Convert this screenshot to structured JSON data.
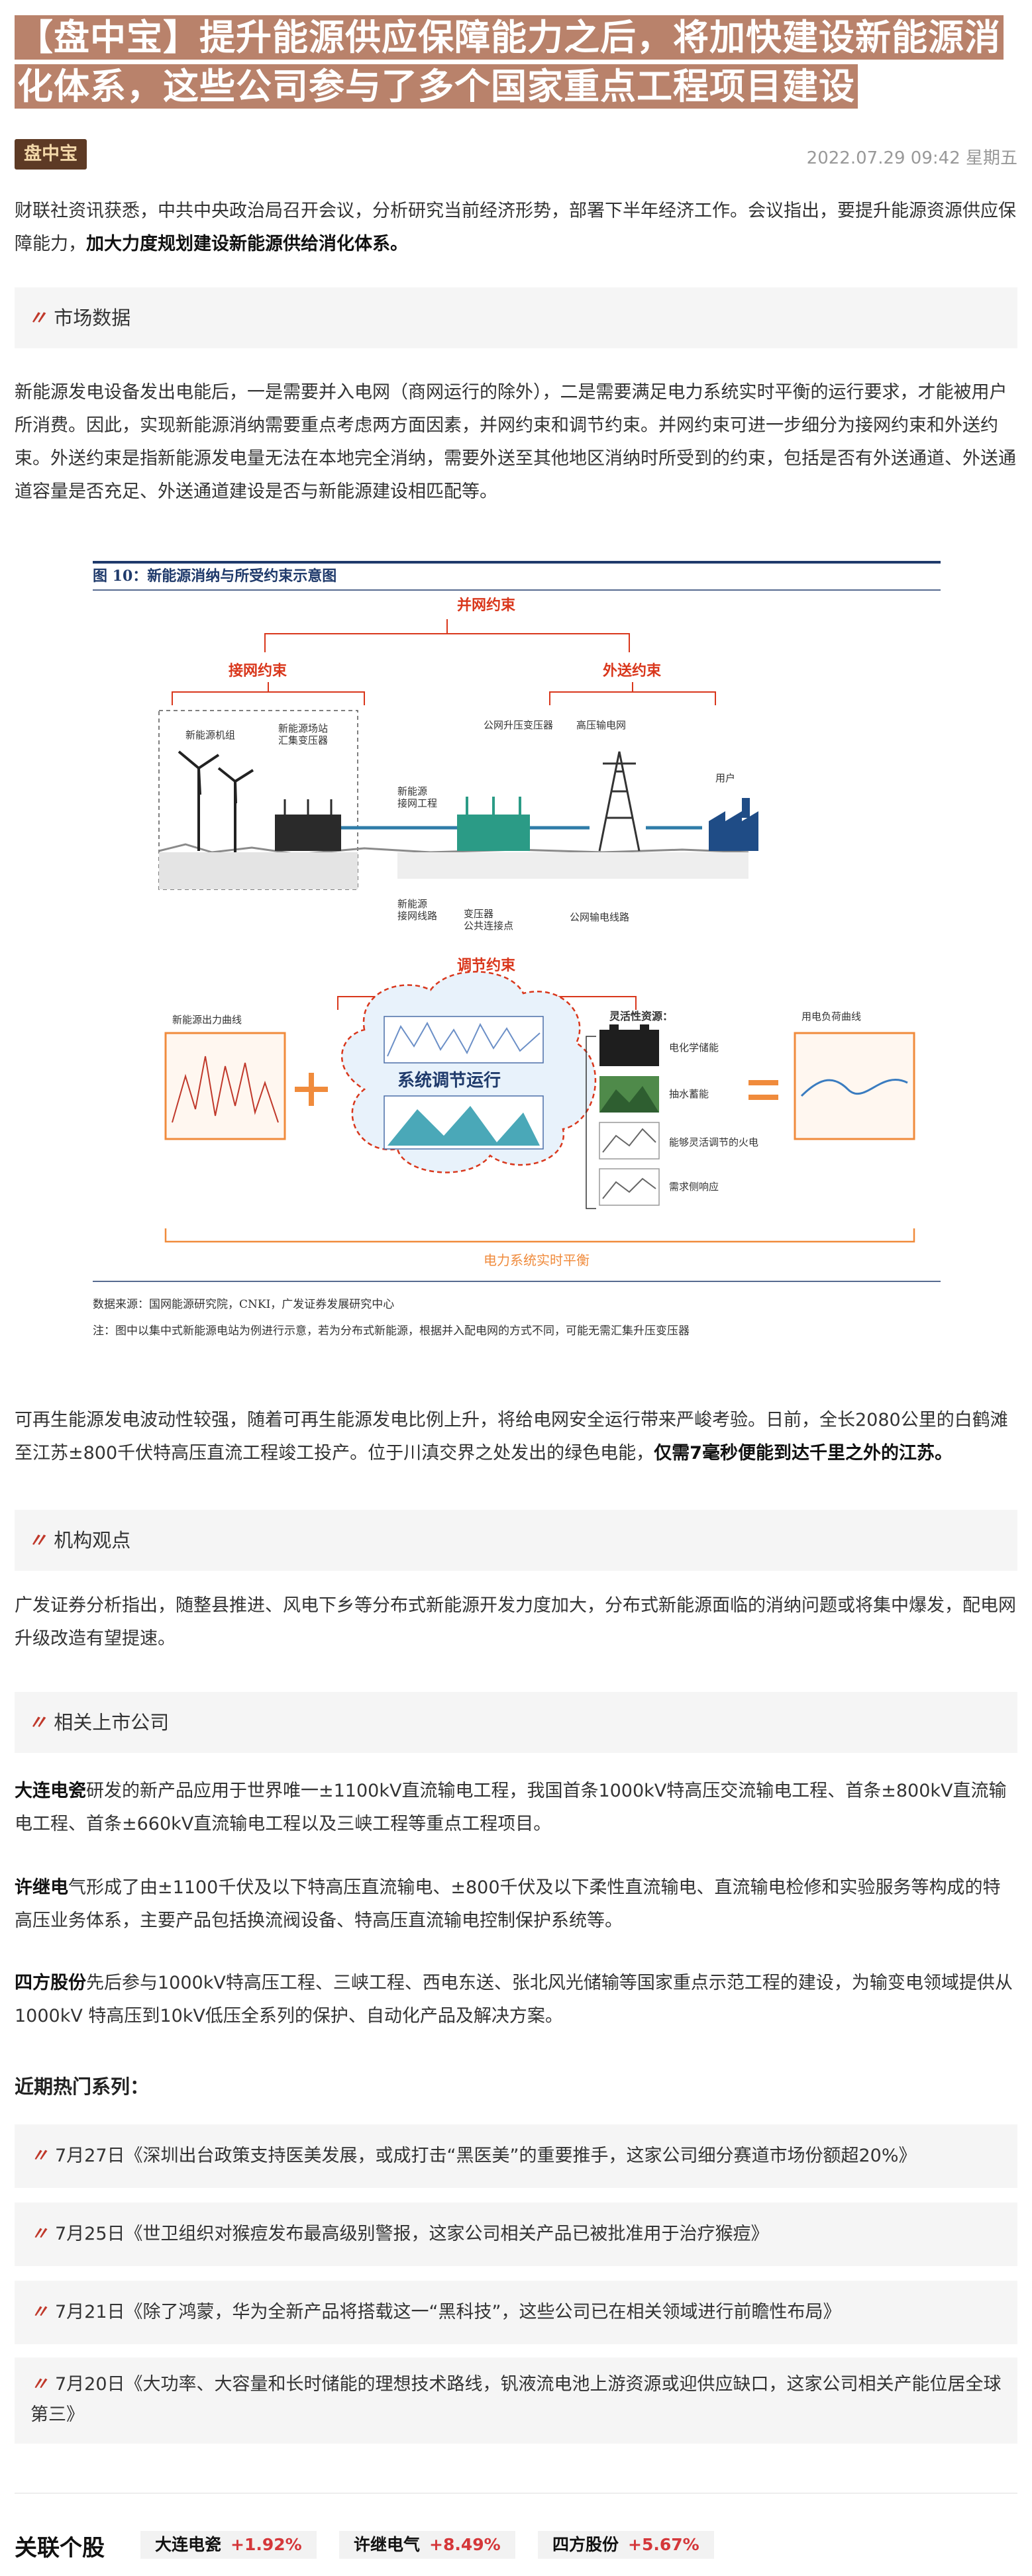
{
  "article": {
    "title": "【盘中宝】提升能源供应保障能力之后，将加快建设新能源消化体系，这些公司参与了多个国家重点工程项目建设",
    "source_tag": "盘中宝",
    "datetime": "2022.07.29 09:42 星期五",
    "intro_prefix": "财联社资讯获悉，中共中央政治局召开会议，分析研究当前经济形势，部署下半年经济工作。会议指出，要提升能源资源供应保障能力，",
    "intro_bold": "加大力度规划建设新能源供给消化体系。",
    "section_market": "市场数据",
    "market_para": "新能源发电设备发出电能后，一是需要并入电网（商网运行的除外），二是需要满足电力系统实时平衡的运行要求，才能被用户所消费。因此，实现新能源消纳需要重点考虑两方面因素，并网约束和调节约束。并网约束可进一步细分为接网约束和外送约束。外送约束是指新能源发电量无法在本地完全消纳，需要外送至其他地区消纳时所受到的约束，包括是否有外送通道、外送通道容量是否充足、外送通道建设是否与新能源建设相匹配等。",
    "after_figure_prefix": "可再生能源发电波动性较强，随着可再生能源发电比例上升，将给电网安全运行带来严峻考验。日前，全长2080公里的白鹤滩至江苏±800千伏特高压直流工程竣工投产。位于川滇交界之处发出的绿色电能，",
    "after_figure_bold": "仅需7毫秒便能到达千里之外的江苏。",
    "section_view": "机构观点",
    "view_para": "广发证券分析指出，随整县推进、风电下乡等分布式新能源开发力度加大，分布式新能源面临的消纳问题或将集中爆发，配电网升级改造有望提速。",
    "section_companies": "相关上市公司",
    "companies": [
      {
        "name": "大连电瓷",
        "desc": "研发的新产品应用于世界唯一±1100kV直流输电工程，我国首条1000kV特高压交流输电工程、首条±800kV直流输电工程、首条±660kV直流输电工程以及三峡工程等重点工程项目。"
      },
      {
        "name": "许继电",
        "desc": "气形成了由±1100千伏及以下特高压直流输电、±800千伏及以下柔性直流输电、直流输电检修和实验服务等构成的特高压业务体系，主要产品包括换流阀设备、特高压直流输电控制保护系统等。"
      },
      {
        "name": "四方股份",
        "desc": "先后参与1000kV特高压工程、三峡工程、西电东送、张北风光储输等国家重点示范工程的建设，为输变电领域提供从1000kV 特高压到10kV低压全系列的保护、自动化产品及解决方案。"
      }
    ],
    "hot_title": "近期热门系列：",
    "hot_items": [
      "7月27日《深圳出台政策支持医美发展，或成打击“黑医美”的重要推手，这家公司细分赛道市场份额超20%》",
      "7月25日《世卫组织对猴痘发布最高级别警报，这家公司相关产品已被批准用于治疗猴痘》",
      "7月21日《除了鸿蒙，华为全新产品将搭载这一“黑科技”，这些公司已在相关领域进行前瞻性布局》",
      "7月20日《大功率、大容量和长时储能的理想技术路线，钒液流电池上游资源或迎供应缺口，这家公司相关产能位居全球第三》"
    ],
    "stocks_title": "关联个股",
    "stocks": [
      {
        "name": "大连电瓷",
        "change": "+1.92%"
      },
      {
        "name": "许继电气",
        "change": "+8.49%"
      },
      {
        "name": "四方股份",
        "change": "+5.67%"
      }
    ],
    "quote_mark": "〃"
  },
  "figure": {
    "caption": "图 10：新能源消纳与所受约束示意图",
    "grid_constraint": "并网约束",
    "access_constraint": "接网约束",
    "export_constraint": "外送约束",
    "regulation_constraint": "调节约束",
    "station_label_1": "新能源机组",
    "station_label_2": "新能源场站\n汇集变压器",
    "access_project": "新能源\n接网工程",
    "public_boost": "公网升压变压器",
    "hv_grid": "高压输电网",
    "user": "用户",
    "access_line": "新能源\n接网线路",
    "substation": "变压器\n公共连接点",
    "public_line": "公网输电线路",
    "output_curve": "新能源出力曲线",
    "system_regulation": "系统调节运行",
    "flex_title": "灵活性资源：",
    "flex_items": [
      "电化学储能",
      "抽水蓄能",
      "能够灵活调节的火电",
      "需求侧响应"
    ],
    "load_curve": "用电负荷曲线",
    "balance": "电力系统实时平衡",
    "source_note": "数据来源：国网能源研究院，CNKI，广发证券发展研究中心",
    "note": "注：图中以集中式新能源电站为例进行示意，若为分布式新能源，根据并入配电网的方式不同，可能无需汇集升压变压器"
  }
}
